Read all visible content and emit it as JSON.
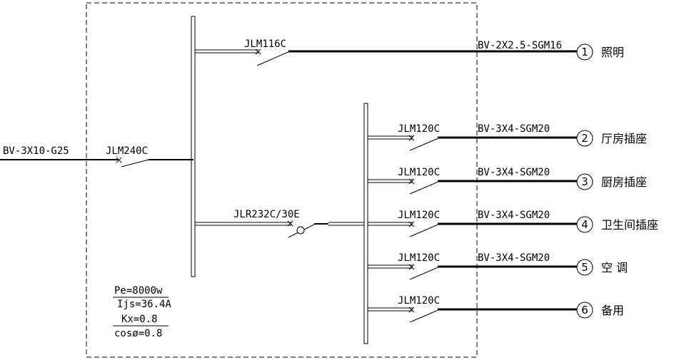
{
  "incoming": {
    "cable": "BV-3X10-G25",
    "main_breaker": "JLM240C"
  },
  "branch_lighting": {
    "breaker": "JLM116C",
    "cable": "BV-2X2.5-SGM16",
    "circuit_no": "1",
    "name": "照明"
  },
  "rcd_breaker": "JLR232C/30E",
  "socket_circuits": [
    {
      "breaker": "JLM120C",
      "cable": "BV-3X4-SGM20",
      "circuit_no": "2",
      "name": "厅房插座"
    },
    {
      "breaker": "JLM120C",
      "cable": "BV-3X4-SGM20",
      "circuit_no": "3",
      "name": "厨房插座"
    },
    {
      "breaker": "JLM120C",
      "cable": "BV-3X4-SGM20",
      "circuit_no": "4",
      "name": "卫生间插座"
    },
    {
      "breaker": "JLM120C",
      "cable": "BV-3X4-SGM20",
      "circuit_no": "5",
      "name": "空 调"
    },
    {
      "breaker": "JLM120C",
      "cable": "",
      "circuit_no": "6",
      "name": "备用"
    }
  ],
  "load_params": {
    "pe": "Pe=8000w",
    "ijs": "Ijs=36.4A",
    "kx": "Kx=0.8",
    "cos": "cosø=0.8"
  }
}
